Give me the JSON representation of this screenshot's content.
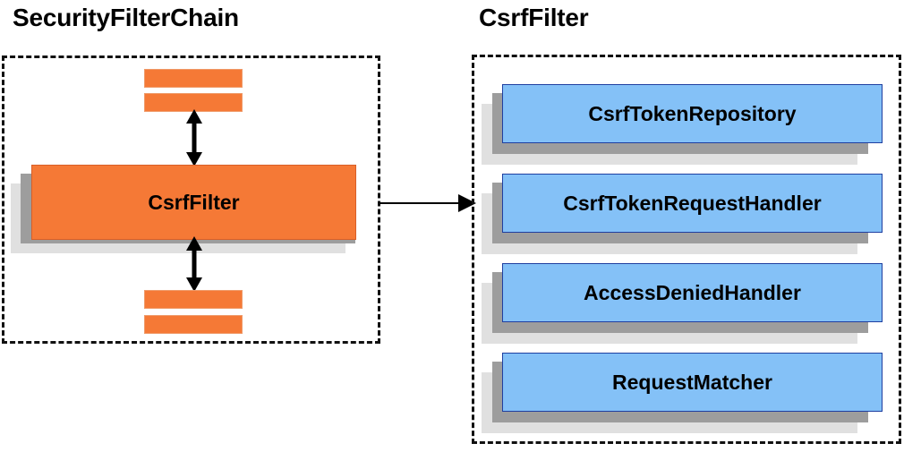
{
  "diagram": {
    "title_left": "SecurityFilterChain",
    "title_right": "CsrfFilter",
    "colors": {
      "filter_fill": "#f57936",
      "collaborator_fill": "#84c1f7",
      "collaborator_border": "#1f3fa0",
      "shadow_dark": "#9d9d9d",
      "shadow_light": "#e0e0e0",
      "panel_border": "#111111",
      "text": "#000000"
    }
  },
  "left_panel": {
    "name": "SecurityFilterChain",
    "focus_filter": {
      "label": "CsrfFilter"
    },
    "slabs_above": [
      {
        "label": ""
      },
      {
        "label": ""
      }
    ],
    "slabs_below": [
      {
        "label": ""
      },
      {
        "label": ""
      }
    ],
    "connector_above": {
      "kind": "double-arrow"
    },
    "connector_below": {
      "kind": "double-arrow"
    }
  },
  "right_panel": {
    "name": "CsrfFilter",
    "collaborators": [
      {
        "label": "CsrfTokenRepository"
      },
      {
        "label": "CsrfTokenRequestHandler"
      },
      {
        "label": "AccessDeniedHandler"
      },
      {
        "label": "RequestMatcher"
      }
    ]
  },
  "cross_panel_arrow": {
    "kind": "single-arrow",
    "direction": "right"
  }
}
